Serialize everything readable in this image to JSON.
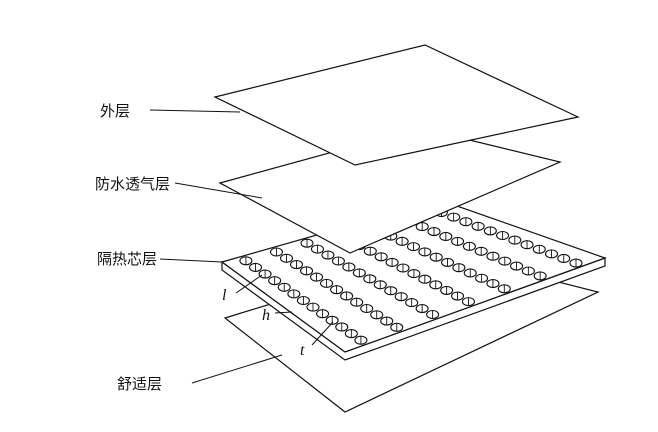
{
  "labels": {
    "outer": "外层",
    "waterproof": "防水透气层",
    "insulation": "隔热芯层",
    "comfort": "舒适层"
  },
  "symbols": {
    "l": "l",
    "h": "h",
    "t": "t"
  },
  "core_holes": {
    "rows": 7,
    "cols": 13
  }
}
